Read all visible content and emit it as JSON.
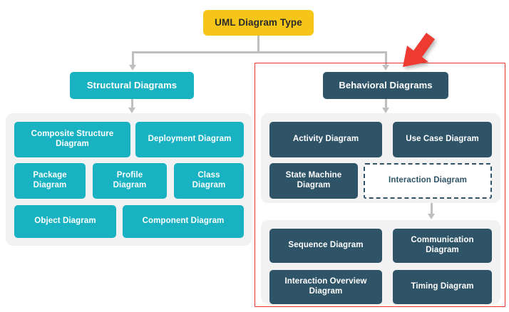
{
  "diagram": {
    "title": "UML Diagram Type",
    "root": {
      "label": "UML Diagram Type",
      "color": "#F5C518",
      "text_color": "#2b2b2b"
    },
    "branches": [
      {
        "id": "structural",
        "label": "Structural Diagrams",
        "color": "#18B2C2",
        "children": [
          {
            "label": "Composite Structure\nDiagram"
          },
          {
            "label": "Deployment Diagram"
          },
          {
            "label": "Package\nDiagram"
          },
          {
            "label": "Profile\nDiagram"
          },
          {
            "label": "Class\nDiagram"
          },
          {
            "label": "Object Diagram"
          },
          {
            "label": "Component Diagram"
          }
        ]
      },
      {
        "id": "behavioral",
        "label": "Behavioral Diagrams",
        "color": "#2F5468",
        "highlighted": true,
        "children": [
          {
            "label": "Activity Diagram"
          },
          {
            "label": "Use Case Diagram"
          },
          {
            "label": "State Machine\nDiagram"
          },
          {
            "label": "Interaction Diagram",
            "style": "dashed"
          }
        ],
        "interaction_children": [
          {
            "label": "Sequence Diagram"
          },
          {
            "label": "Communication\nDiagram"
          },
          {
            "label": "Interaction Overview\nDiagram"
          },
          {
            "label": "Timing Diagram"
          }
        ]
      }
    ],
    "annotation": {
      "type": "cursor-arrow",
      "color": "#EE3B33",
      "points_to": "Behavioral Diagrams"
    },
    "colors": {
      "root": "#F5C518",
      "structural": "#18B2C2",
      "behavioral": "#2F5468",
      "panel": "#F2F2F2",
      "connector": "#BFBFBF",
      "highlight": "#E8342C",
      "cursor": "#EE3B33",
      "background": "#FFFFFF"
    }
  }
}
